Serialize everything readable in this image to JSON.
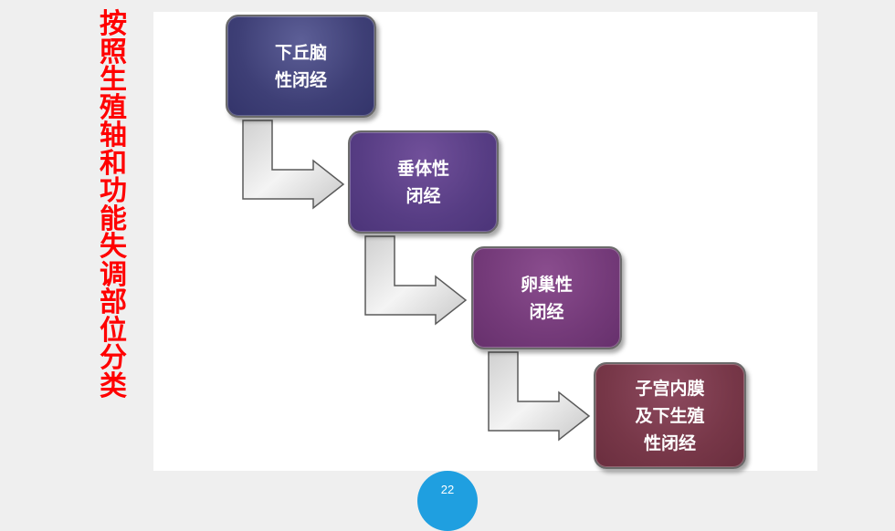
{
  "side_title": [
    "按",
    "照",
    "生",
    "殖",
    "轴",
    "和",
    "功",
    "能",
    "失",
    "调",
    "部",
    "位",
    "分",
    "类"
  ],
  "steps": [
    {
      "label": "下丘脑\n性闭经",
      "color": "#3e3f76"
    },
    {
      "label": "垂体性\n闭经",
      "color": "#573d84"
    },
    {
      "label": "卵巢性\n闭经",
      "color": "#743a79"
    },
    {
      "label": "子宫内膜\n及下生殖\n性闭经",
      "color": "#773748"
    }
  ],
  "page_number": "22",
  "colors": {
    "title": "#ff0000",
    "arrow_fill": "#dcdcdc",
    "arrow_stroke": "#5a5a5a",
    "badge": "#1f9fe0"
  }
}
